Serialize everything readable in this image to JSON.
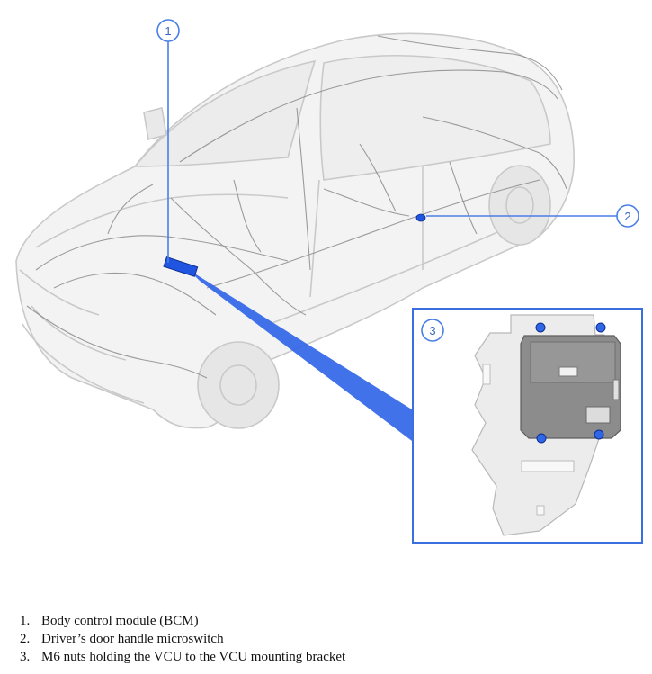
{
  "callouts": [
    {
      "number": "1"
    },
    {
      "number": "2"
    },
    {
      "number": "3"
    }
  ],
  "legend": [
    {
      "number": "1.",
      "text": "Body control module (BCM)"
    },
    {
      "number": "2.",
      "text": "Driver’s door handle microswitch"
    },
    {
      "number": "3.",
      "text": "M6 nuts holding the VCU to the VCU mounting bracket"
    }
  ],
  "colors": {
    "accent": "#3b6fe0",
    "callout_outline": "#4a7fe6",
    "component_highlight": "#1f55e0",
    "car_outline": "#c4c4c4",
    "wiring": "#7d7d7d",
    "vcu_housing": "#8a8a8a",
    "bracket": "#e9e9e9"
  }
}
